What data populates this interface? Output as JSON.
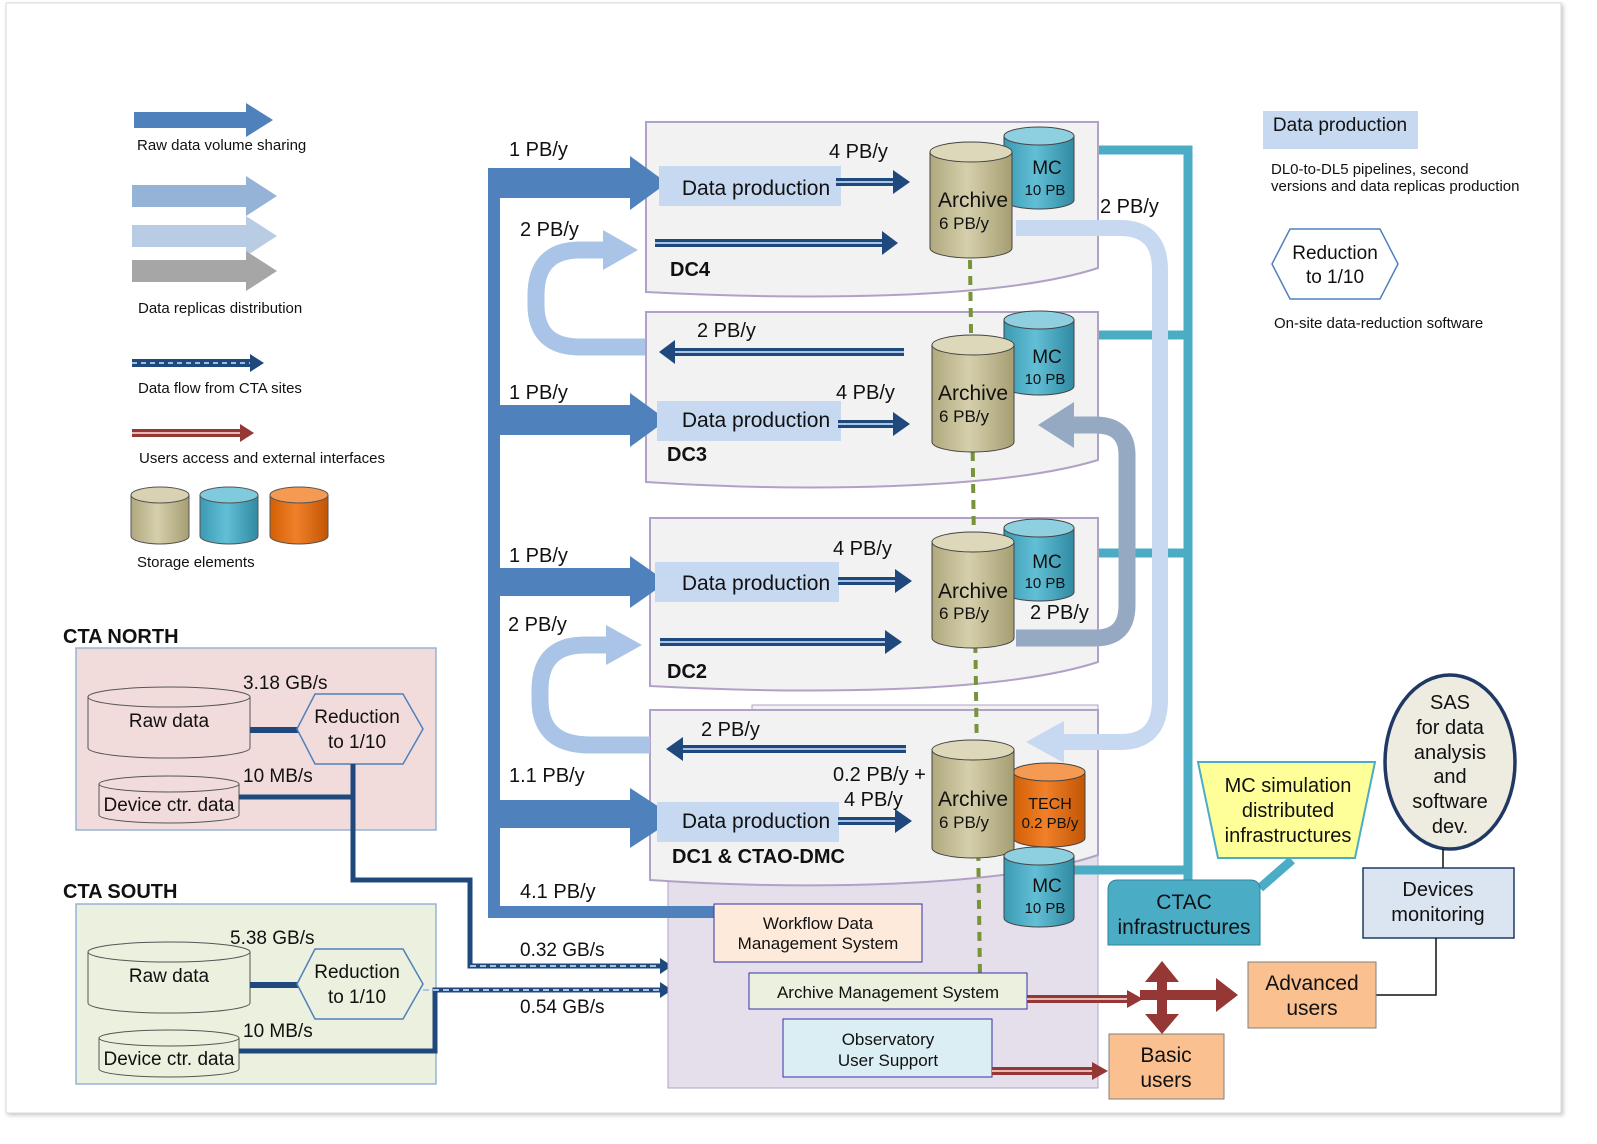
{
  "legend": {
    "raw_volume": "Raw data volume sharing",
    "replicas": "Data replicas distribution",
    "flow_sites": "Data flow from CTA sites",
    "users_access": "Users access and external interfaces",
    "storage": "Storage elements",
    "data_production": "Data production",
    "dp_desc_1": "DL0-to-DL5 pipelines, second",
    "dp_desc_2": "versions and data replicas production",
    "reduction_1": "Reduction",
    "reduction_2": "to 1/10",
    "onsite": "On-site data-reduction software"
  },
  "sites": {
    "north_title": "CTA NORTH",
    "south_title": "CTA SOUTH",
    "north_rate": "3.18 GB/s",
    "south_rate": "5.38 GB/s",
    "device_rate": "10 MB/s",
    "raw_data": "Raw data",
    "device_data": "Device ctr. data",
    "reduction_1": "Reduction",
    "reduction_2": "to 1/10",
    "north_flow": "0.32 GB/s",
    "south_flow": "0.54  GB/s"
  },
  "dc": {
    "dc4": "DC4",
    "dc3": "DC3",
    "dc2": "DC2",
    "dc1": "DC1 & CTAO-DMC",
    "data_production": "Data production",
    "archive": "Archive",
    "archive_size": "6 PB/y",
    "mc": "MC",
    "mc_size": "10 PB",
    "tech": "TECH",
    "tech_size": "0.2 PB/y",
    "rate_1": "1 PB/y",
    "rate_11": "1.1 PB/y",
    "rate_2": "2 PB/y",
    "rate_4": "4 PB/y",
    "rate_41": "4.1 PB/y",
    "rate_02": "0.2 PB/y +"
  },
  "systems": {
    "wdms_1": "Workflow Data",
    "wdms_2": "Management System",
    "ams": "Archive Management System",
    "ous_1": "Observatory",
    "ous_2": "User Support"
  },
  "right": {
    "mc_sim_1": "MC simulation",
    "mc_sim_2": "distributed",
    "mc_sim_3": "infrastructures",
    "ctac_1": "CTAC",
    "ctac_2": "infrastructures",
    "sas_1": "SAS",
    "sas_2": "for data",
    "sas_3": "analysis",
    "sas_4": "and",
    "sas_5": "software",
    "sas_6": "dev.",
    "devices_1": "Devices",
    "devices_2": "monitoring",
    "advanced_1": "Advanced",
    "advanced_2": "users",
    "basic_1": "Basic",
    "basic_2": "users"
  },
  "colors": {
    "raw_arrow": "#4f81bd",
    "replica_1": "#95b3d7",
    "replica_2": "#b8cce4",
    "replica_3": "#a6a6a6",
    "teal": "#4bacc6",
    "archive": "#c4bd97",
    "mc": "#4bacc6",
    "tech": "#e36c09",
    "north_bg": "#f2dcdb",
    "south_bg": "#ebf1de",
    "dmc_bg": "#e5dfec",
    "users": "#fac090",
    "user_arrow": "#953735",
    "dark_flow": "#1f497d"
  }
}
